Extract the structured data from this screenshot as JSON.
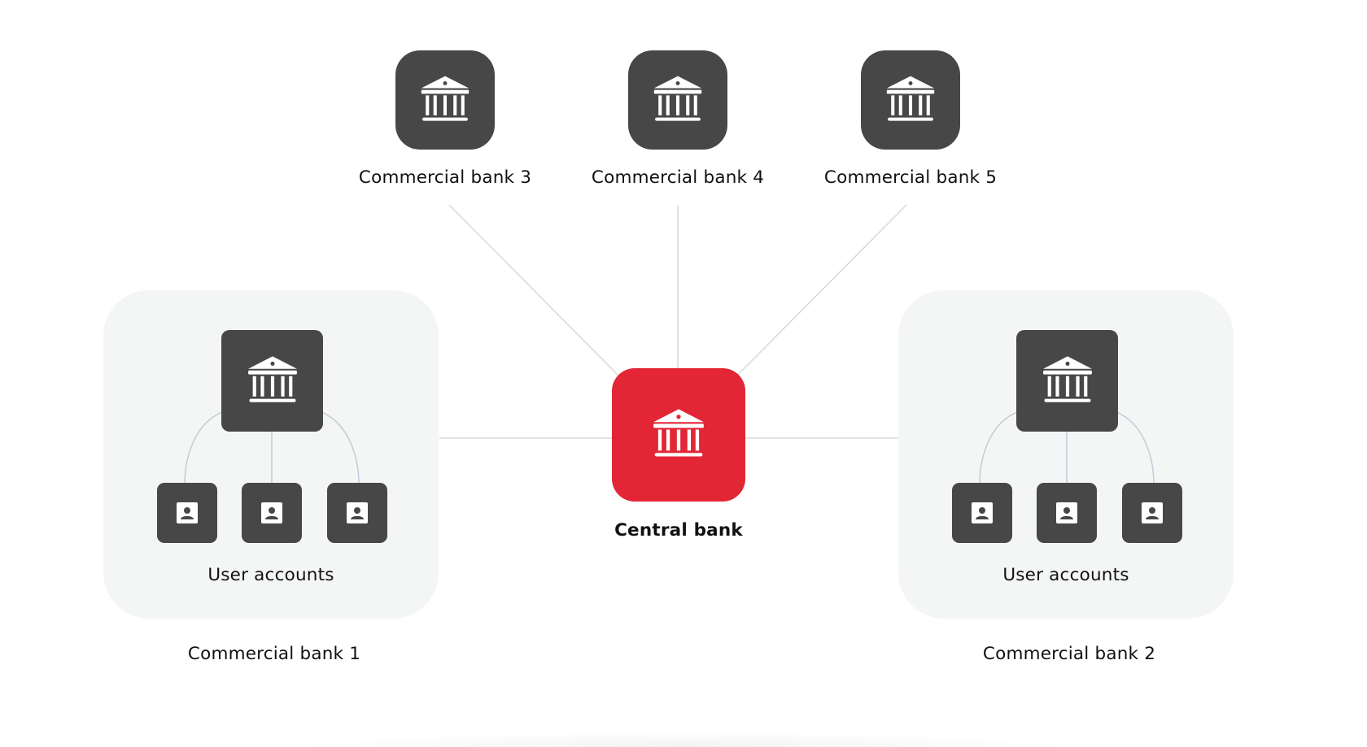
{
  "diagram": {
    "central_bank": {
      "label": "Central bank",
      "icon": "bank-icon",
      "color": "#e32636"
    },
    "top_banks": [
      {
        "label": "Commercial bank 3",
        "icon": "bank-icon"
      },
      {
        "label": "Commercial bank 4",
        "icon": "bank-icon"
      },
      {
        "label": "Commercial bank 5",
        "icon": "bank-icon"
      }
    ],
    "side_banks": [
      {
        "label": "Commercial bank 1",
        "accounts_label": "User accounts",
        "icon": "bank-icon",
        "account_icon": "user-account-icon"
      },
      {
        "label": "Commercial bank 2",
        "accounts_label": "User accounts",
        "icon": "bank-icon",
        "account_icon": "user-account-icon"
      }
    ],
    "colors": {
      "tile_dark": "#474747",
      "central_red": "#e32636",
      "panel_bg": "#f4f5f5",
      "connector": "#d6d9de"
    }
  }
}
